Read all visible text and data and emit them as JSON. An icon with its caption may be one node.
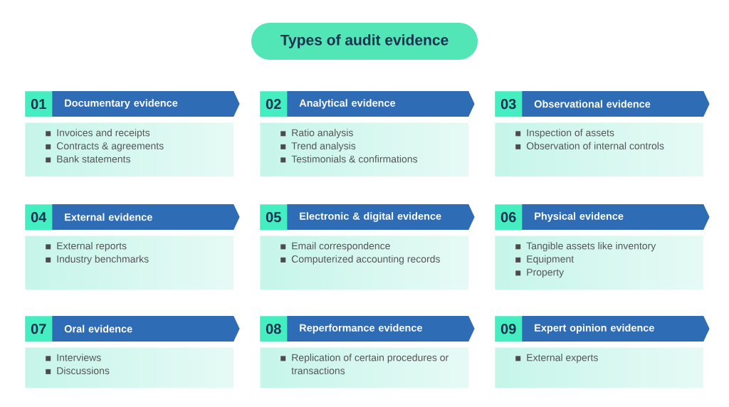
{
  "diagram": {
    "title": "Types of audit evidence",
    "nodes": [
      {
        "text": [
          "01"
        ]
      },
      {
        "text": [
          "Documentary evidence"
        ]
      },
      {
        "text": [
          "Invoices and receipts",
          "Contracts & agreements",
          "Bank statements"
        ]
      },
      {
        "text": [
          "02"
        ]
      },
      {
        "text": [
          "Analytical evidence"
        ]
      },
      {
        "text": [
          "Ratio analysis",
          "Trend analysis",
          "Testimonials & confirmations"
        ]
      },
      {
        "text": [
          "03"
        ]
      },
      {
        "text": [
          "Observational evidence"
        ]
      },
      {
        "text": [
          "Inspection of assets",
          "Observation of internal controls"
        ]
      },
      {
        "text": [
          "04"
        ]
      },
      {
        "text": [
          "External evidence"
        ]
      },
      {
        "text": [
          "External reports",
          "Industry benchmarks"
        ]
      },
      {
        "text": [
          "05"
        ]
      },
      {
        "text": [
          "Electronic & digital evidence"
        ]
      },
      {
        "text": [
          "Email correspondence",
          "Computerized accounting records"
        ]
      },
      {
        "text": [
          "06"
        ]
      },
      {
        "text": [
          "Physical evidence"
        ]
      },
      {
        "text": [
          "Tangible assets like inventory",
          "Equipment",
          "Property"
        ]
      },
      {
        "text": [
          "07"
        ]
      },
      {
        "text": [
          "Oral evidence"
        ]
      },
      {
        "text": [
          "Interviews",
          "Discussions"
        ]
      },
      {
        "text": [
          "08"
        ]
      },
      {
        "text": [
          "Reperformance evidence"
        ]
      },
      {
        "text": [
          "Replication of certain procedures or transactions"
        ]
      },
      {
        "text": [
          "09"
        ]
      },
      {
        "text": [
          "Expert opinion evidence"
        ]
      },
      {
        "text": [
          "External experts"
        ]
      }
    ]
  }
}
